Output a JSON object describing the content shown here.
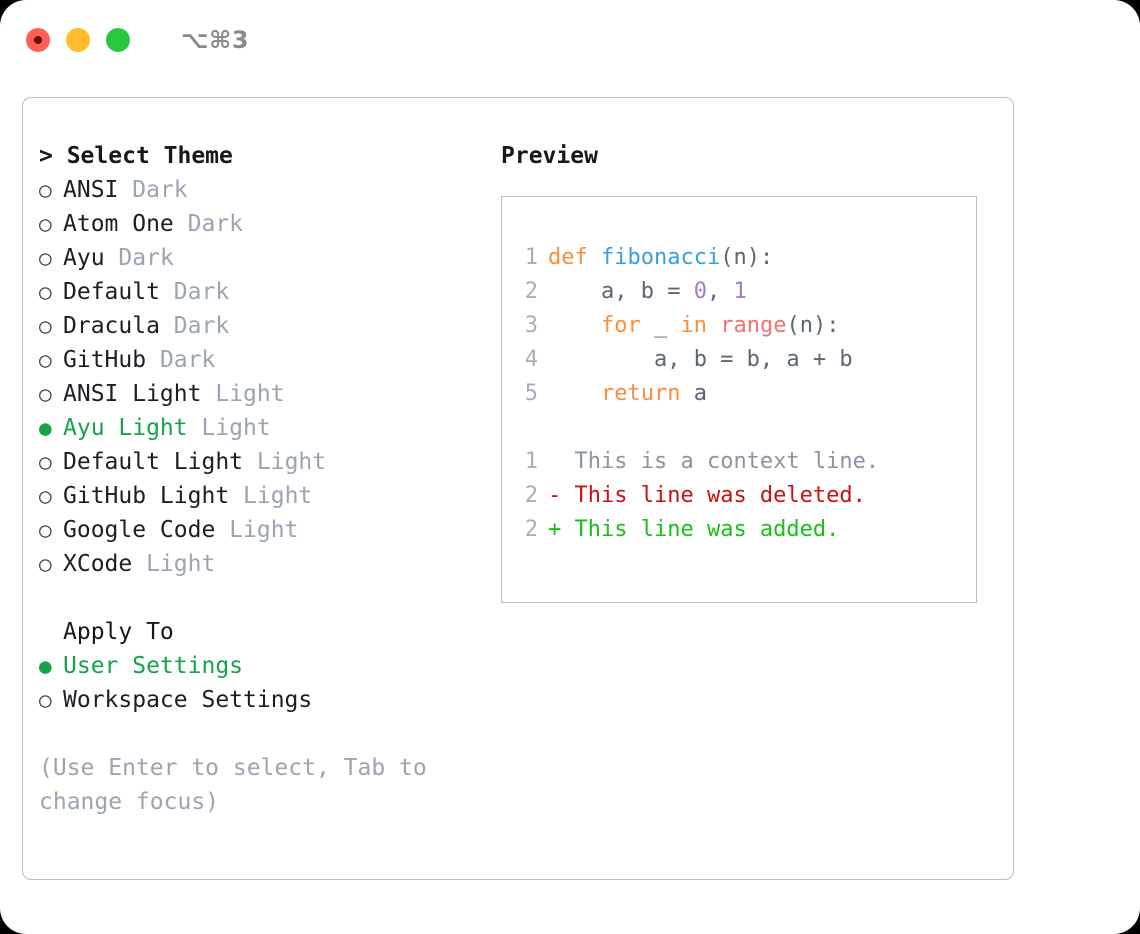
{
  "titlebar": {
    "shortcut": "⌥⌘3",
    "lights": [
      {
        "name": "close",
        "color": "#ff5f57"
      },
      {
        "name": "minimize",
        "color": "#ffbd2e"
      },
      {
        "name": "maximize",
        "color": "#28c840"
      }
    ]
  },
  "theme_section": {
    "caret": "> ",
    "title": "Select Theme",
    "items": [
      {
        "bullet": "○",
        "label": "ANSI",
        "tag": "Dark",
        "selected": false
      },
      {
        "bullet": "○",
        "label": "Atom One",
        "tag": "Dark",
        "selected": false
      },
      {
        "bullet": "○",
        "label": "Ayu",
        "tag": "Dark",
        "selected": false
      },
      {
        "bullet": "○",
        "label": "Default",
        "tag": "Dark",
        "selected": false
      },
      {
        "bullet": "○",
        "label": "Dracula",
        "tag": "Dark",
        "selected": false
      },
      {
        "bullet": "○",
        "label": "GitHub",
        "tag": "Dark",
        "selected": false
      },
      {
        "bullet": "○",
        "label": "ANSI Light",
        "tag": "Light",
        "selected": false
      },
      {
        "bullet": "●",
        "label": "Ayu Light",
        "tag": "Light",
        "selected": true
      },
      {
        "bullet": "○",
        "label": "Default Light",
        "tag": "Light",
        "selected": false
      },
      {
        "bullet": "○",
        "label": "GitHub Light",
        "tag": "Light",
        "selected": false
      },
      {
        "bullet": "○",
        "label": "Google Code",
        "tag": "Light",
        "selected": false
      },
      {
        "bullet": "○",
        "label": "XCode",
        "tag": "Light",
        "selected": false
      }
    ]
  },
  "apply_section": {
    "title": "Apply To",
    "items": [
      {
        "bullet": "●",
        "label": "User Settings",
        "tag": "",
        "selected": true
      },
      {
        "bullet": "○",
        "label": "Workspace Settings",
        "tag": "",
        "selected": false
      }
    ]
  },
  "hint": "(Use Enter to select, Tab to change focus)",
  "preview": {
    "title": "Preview",
    "code_lines": [
      {
        "lno": "1",
        "tokens": [
          {
            "t": "def ",
            "c": "kw"
          },
          {
            "t": "fibonacci",
            "c": "fn"
          },
          {
            "t": "(n):",
            "c": "plain"
          }
        ]
      },
      {
        "lno": "2",
        "tokens": [
          {
            "t": "    a, b = ",
            "c": "plain"
          },
          {
            "t": "0",
            "c": "num"
          },
          {
            "t": ", ",
            "c": "plain"
          },
          {
            "t": "1",
            "c": "num"
          }
        ]
      },
      {
        "lno": "3",
        "tokens": [
          {
            "t": "    ",
            "c": "plain"
          },
          {
            "t": "for",
            "c": "kw"
          },
          {
            "t": " _ ",
            "c": "plain"
          },
          {
            "t": "in",
            "c": "kw"
          },
          {
            "t": " ",
            "c": "plain"
          },
          {
            "t": "range",
            "c": "bi"
          },
          {
            "t": "(n):",
            "c": "plain"
          }
        ]
      },
      {
        "lno": "4",
        "tokens": [
          {
            "t": "        a, b = b, a + b",
            "c": "plain"
          }
        ]
      },
      {
        "lno": "5",
        "tokens": [
          {
            "t": "    ",
            "c": "plain"
          },
          {
            "t": "return",
            "c": "kw"
          },
          {
            "t": " a",
            "c": "plain"
          }
        ]
      }
    ],
    "diff_lines": [
      {
        "lno": "1",
        "marker": "  ",
        "text": "This is a context line.",
        "kind": "ctx"
      },
      {
        "lno": "2",
        "marker": "- ",
        "text": "This line was deleted.",
        "kind": "del"
      },
      {
        "lno": "2",
        "marker": "+ ",
        "text": "This line was added.",
        "kind": "add"
      }
    ]
  },
  "colors": {
    "accent_green": "#16a34a",
    "diff_add": "#18c018",
    "diff_del": "#cc1111",
    "keyword": "#fa8d3e",
    "function": "#399ee6",
    "number": "#a37acc",
    "builtin": "#f07171",
    "muted": "#9aa4b2",
    "border": "#b6bfcb"
  }
}
